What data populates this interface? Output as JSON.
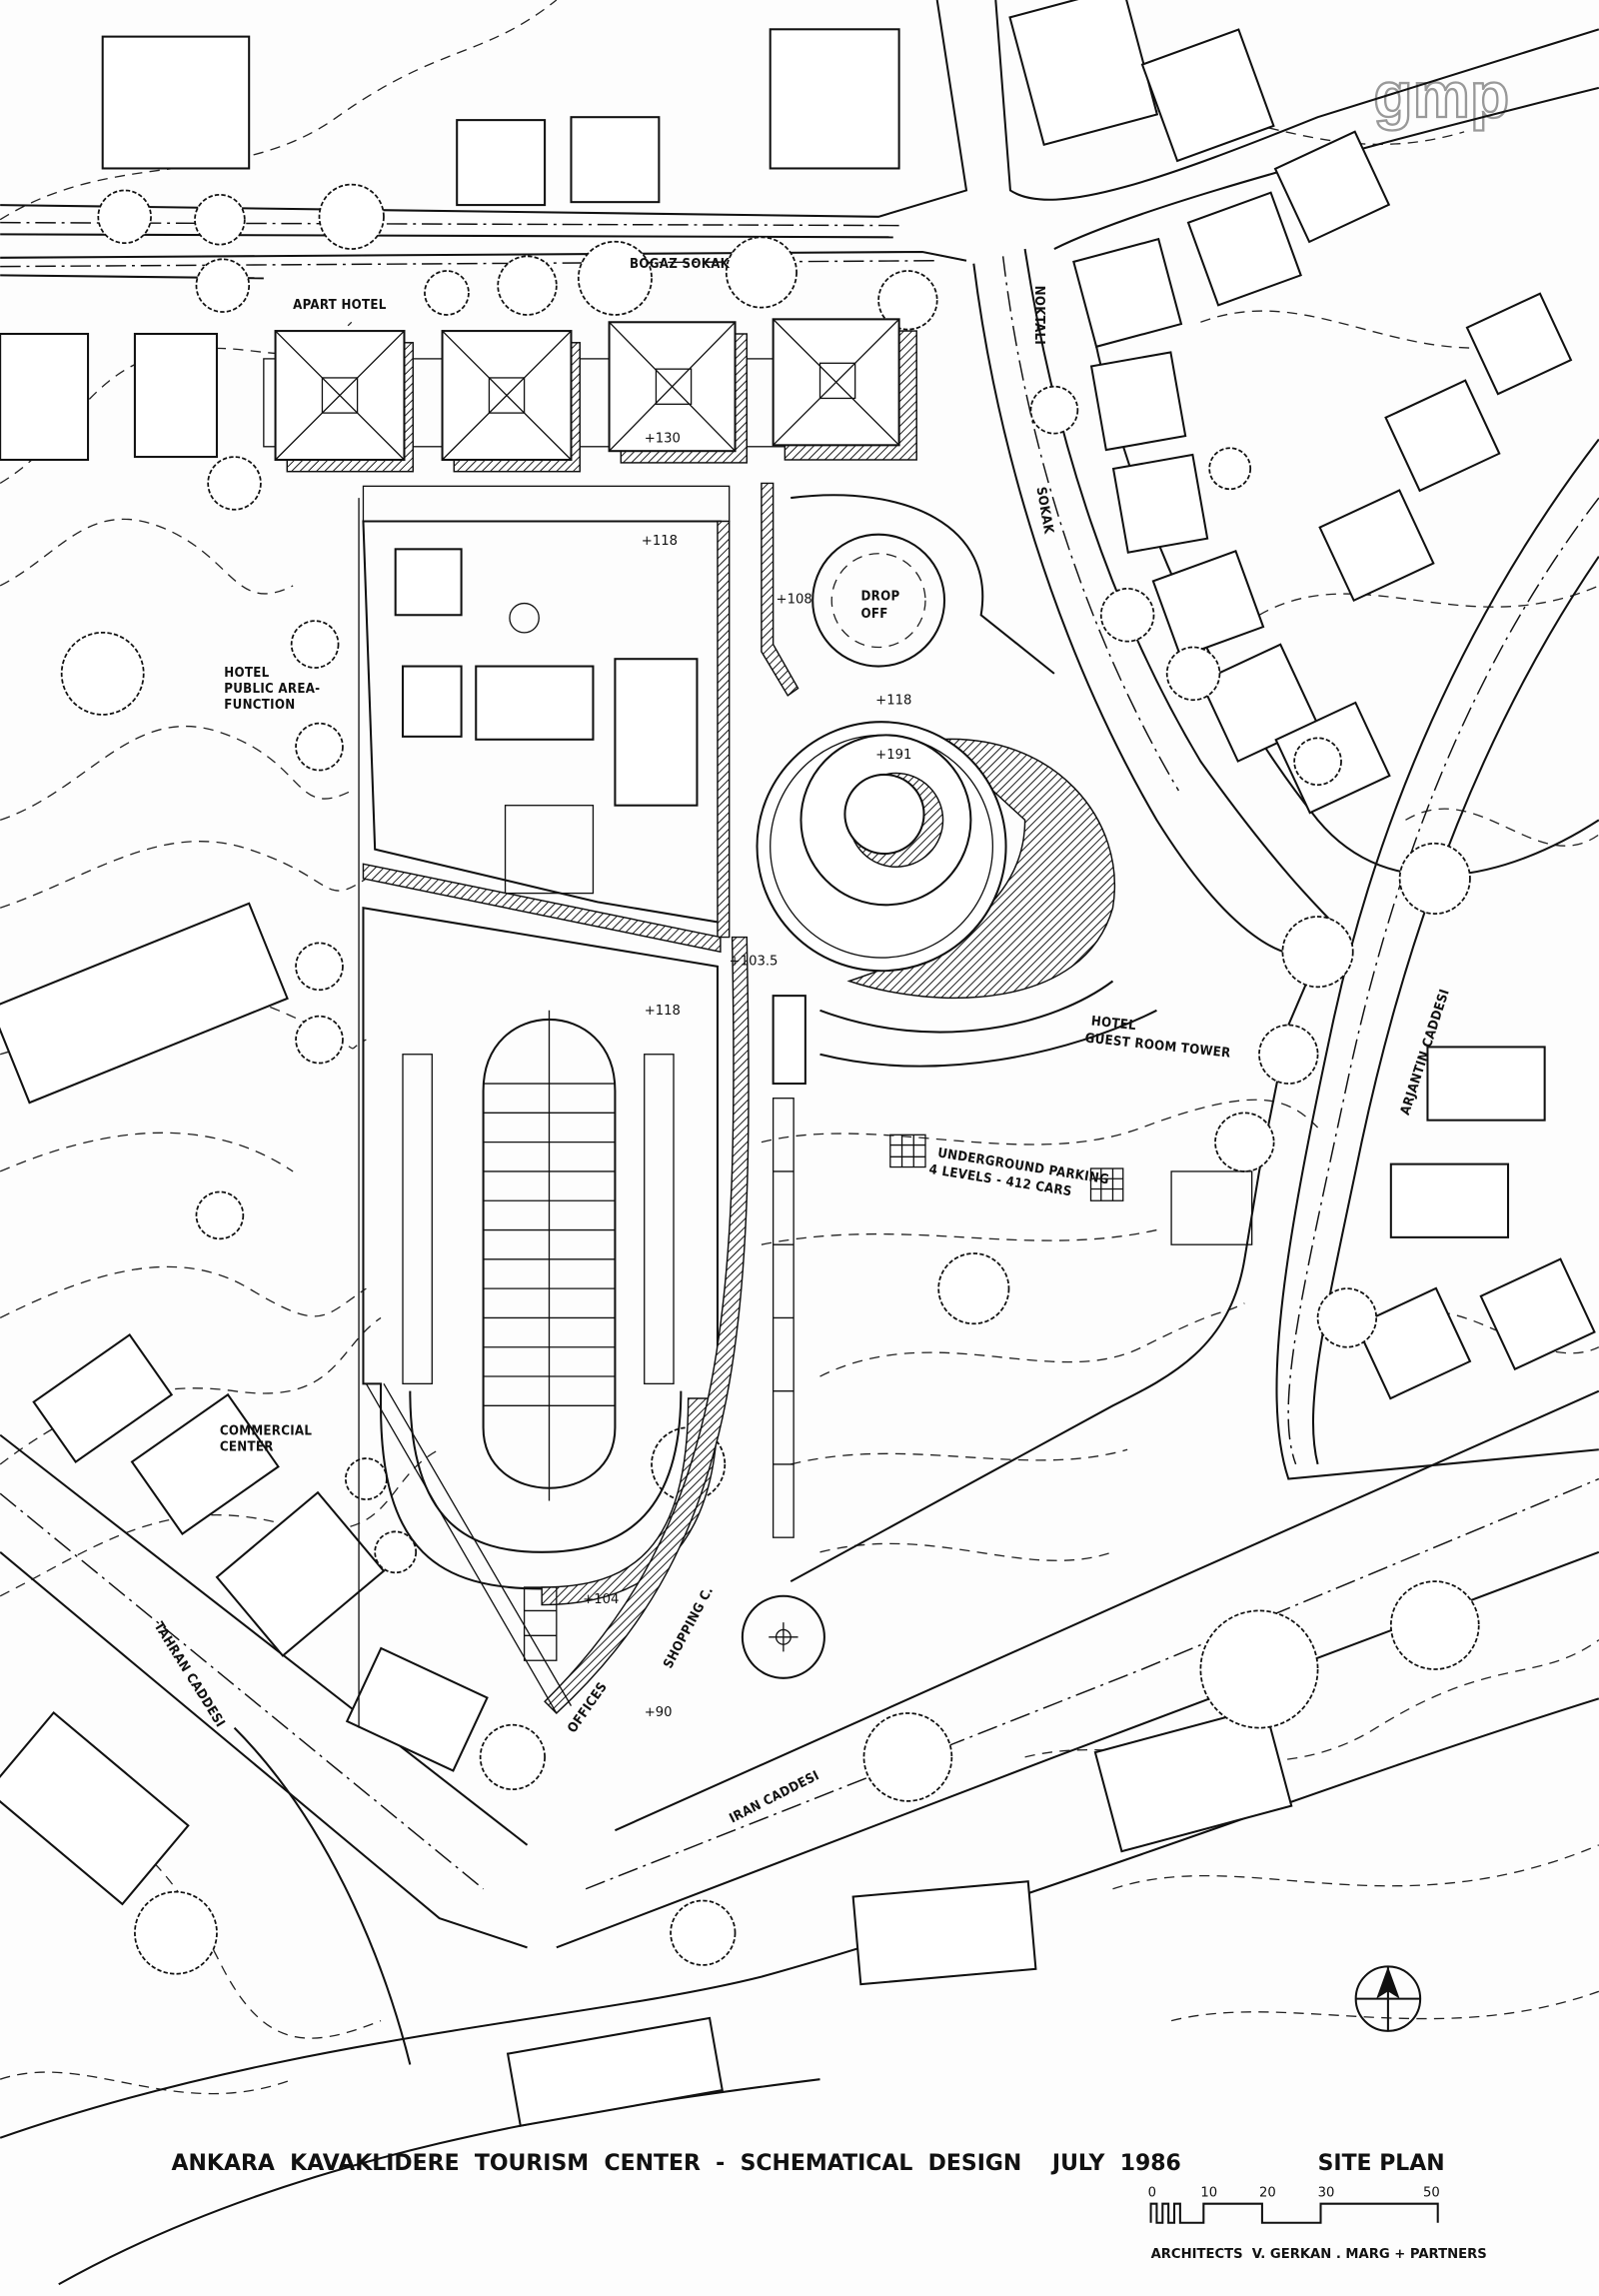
{
  "logo": "gmp",
  "streets": {
    "bogaz": "BOGAZ SOKAK",
    "noktali_1": "NOKTALI",
    "noktali_2": "SOKAK",
    "arjantin": "ARJANTIN CADDESI",
    "tahran": "TAHRAN CADDESI",
    "iran": "IRAN CADDESI"
  },
  "labels": {
    "apart_hotel": "APART HOTEL",
    "public_area_1": "HOTEL",
    "public_area_2": "PUBLIC AREA-",
    "public_area_3": "FUNCTION",
    "drop_off_1": "DROP",
    "drop_off_2": "OFF",
    "tower_1": "HOTEL",
    "tower_2": "GUEST ROOM TOWER",
    "parking_1": "UNDERGROUND PARKING",
    "parking_2": "4 LEVELS - 412 CARS",
    "commercial_1": "COMMERCIAL",
    "commercial_2": "CENTER",
    "shopping": "SHOPPING C.",
    "offices": "OFFICES"
  },
  "levels": {
    "apart": "+130",
    "court": "+118",
    "dropoff": "+108",
    "tower_base": "+118",
    "tower_top": "+191",
    "passage": "+103.5",
    "shopping_roof": "+118",
    "lower_plaza": "+104",
    "street": "+90"
  },
  "title_block": {
    "project": "ANKARA  KAVAKLIDERE  TOURISM  CENTER  -  SCHEMATICAL  DESIGN    JULY  1986",
    "sheet": "SITE PLAN",
    "scale_ticks": [
      "0",
      "10",
      "20",
      "30",
      "50"
    ],
    "architects": "ARCHITECTS  V. GERKAN . MARG + PARTNERS"
  }
}
